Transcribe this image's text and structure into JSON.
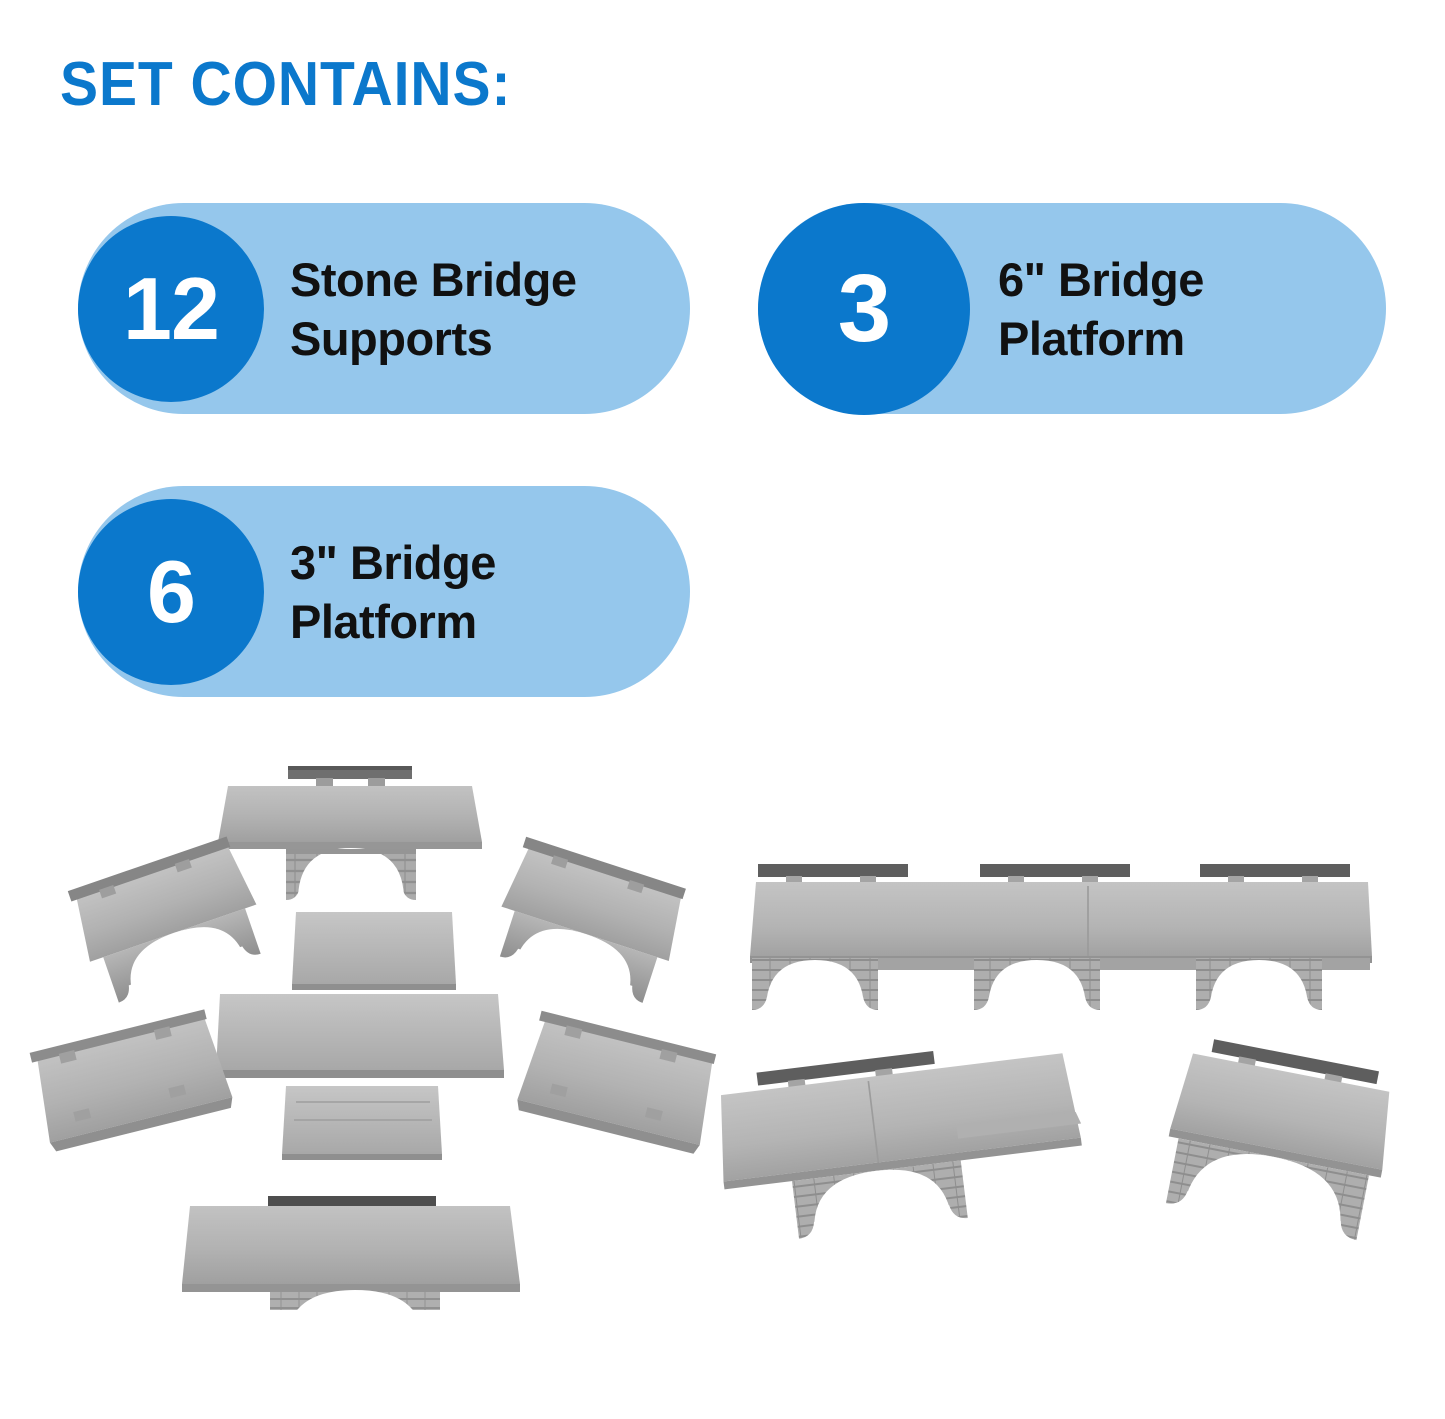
{
  "header": {
    "title": "SET CONTAINS:"
  },
  "colors": {
    "accent_blue": "#0B78CC",
    "pill_background": "#95C7EC",
    "label_text": "#111111",
    "page_background": "#FFFFFF",
    "stone_light": "#C9C9C9",
    "stone_mid": "#ACACAC",
    "stone_dark": "#8A8A8A",
    "stone_shadow": "#6E6E6E",
    "rail_dark": "#5A5A5A"
  },
  "contents": {
    "items": [
      {
        "count": "12",
        "label": "Stone Bridge\nSupports"
      },
      {
        "count": "3",
        "label": "6\" Bridge\nPlatform"
      },
      {
        "count": "6",
        "label": "3\" Bridge\nPlatform"
      }
    ]
  },
  "product_photos": {
    "left_group": {
      "name": "exploded-parts-layout",
      "pieces": [
        "stone-bridge-support-with-platform-top",
        "short-platform-3-inch",
        "long-platform-6-inch",
        "short-platform-3-inch",
        "stone-bridge-support-with-platform-bottom",
        "stone-bridge-support-angled-upper-left",
        "stone-bridge-support-angled-upper-right",
        "stone-bridge-support-angled-lower-left",
        "stone-bridge-support-angled-lower-right"
      ]
    },
    "right_group": {
      "name": "assembled-bridge-configurations",
      "pieces": [
        "assembled-long-bridge-three-arches",
        "assembled-short-bridge-one-arch",
        "single-stone-bridge-support-angled"
      ]
    }
  }
}
